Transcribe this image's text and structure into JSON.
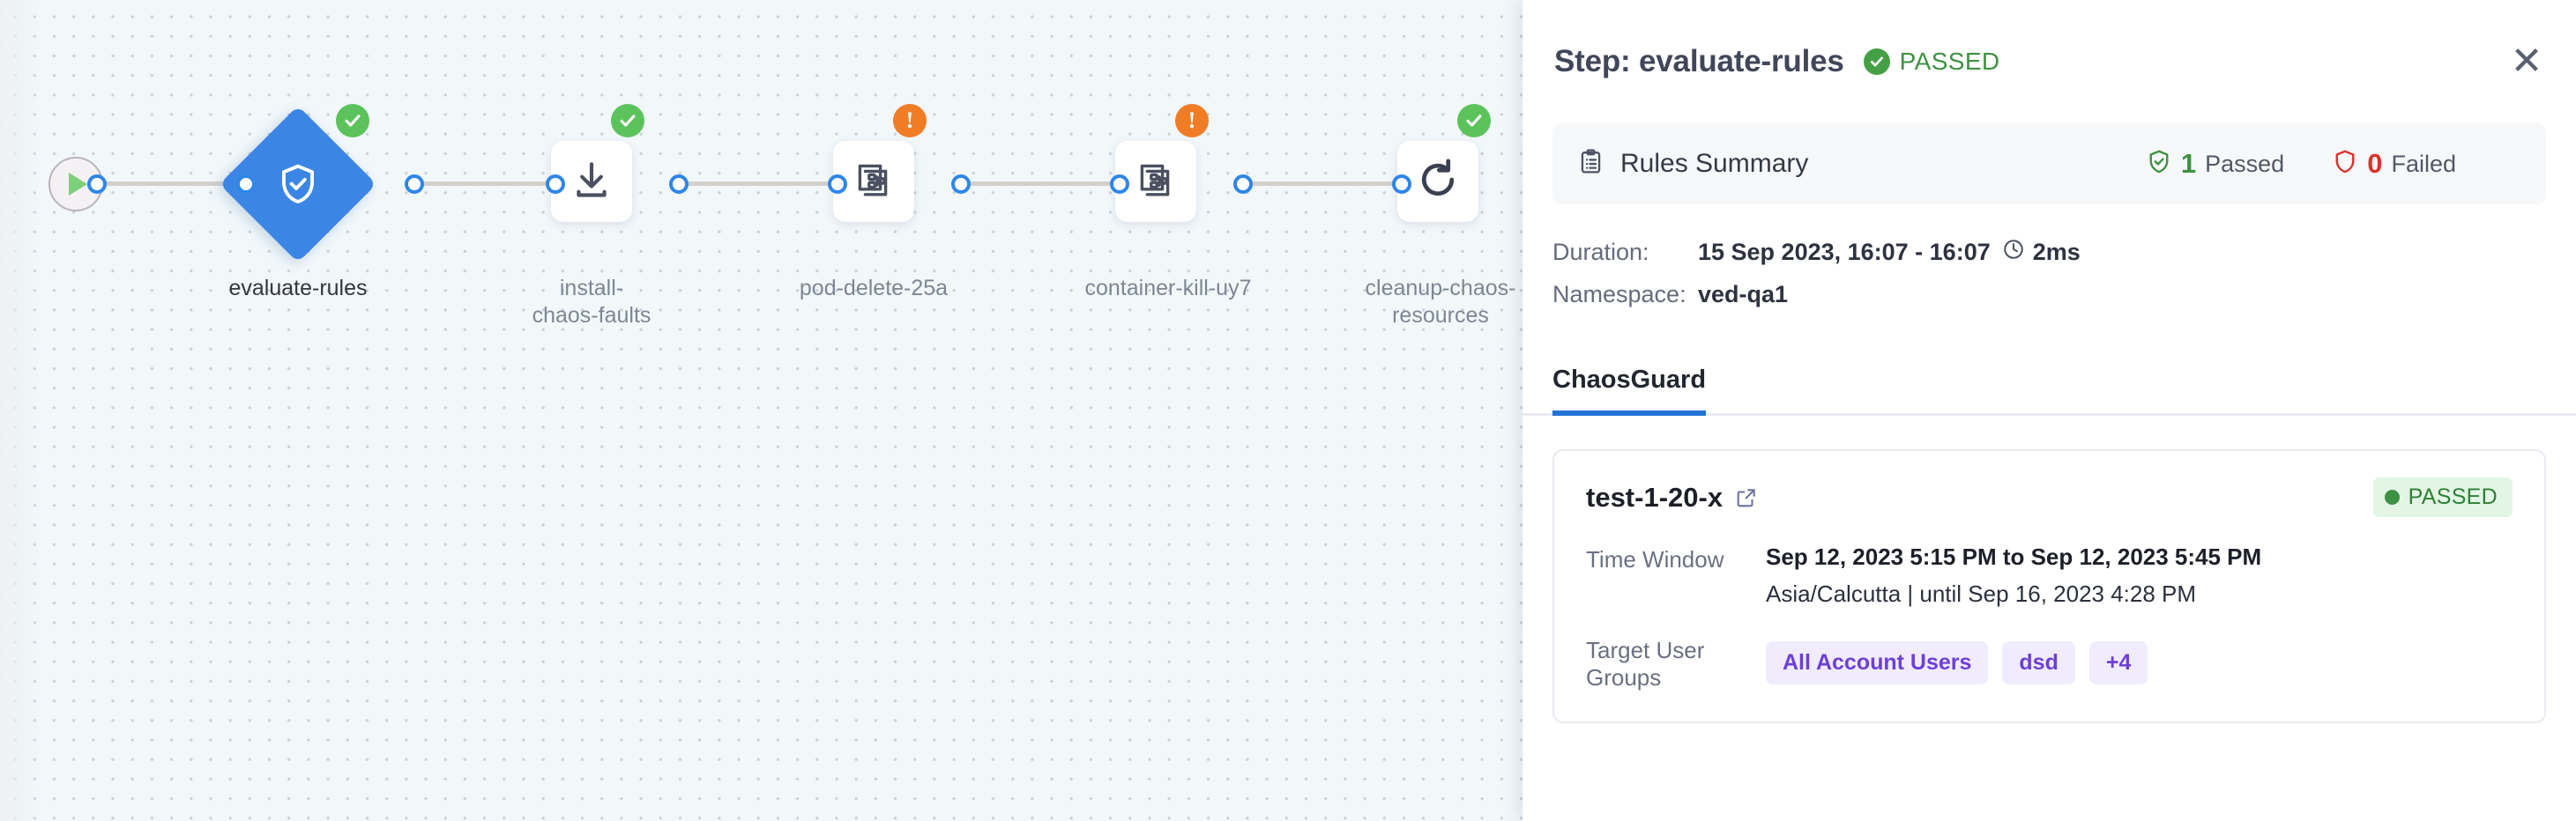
{
  "canvas": {
    "start_node": {
      "icon": "play-icon"
    },
    "nodes": [
      {
        "label": "evaluate-rules",
        "icon": "shield-check-icon",
        "status": "passed",
        "shape": "diamond",
        "selected": true
      },
      {
        "label": "install-chaos-faults",
        "icon": "download-icon",
        "status": "passed",
        "shape": "square",
        "selected": false
      },
      {
        "label": "pod-delete-25a",
        "icon": "chaos-fault-icon",
        "status": "warning",
        "shape": "square",
        "selected": false
      },
      {
        "label": "container-kill-uy7",
        "icon": "chaos-fault-icon",
        "status": "warning",
        "shape": "square",
        "selected": false
      },
      {
        "label": "cleanup-chaos-resources",
        "icon": "refresh-icon",
        "status": "passed",
        "shape": "square",
        "selected": false
      }
    ]
  },
  "panel": {
    "title": "Step: evaluate-rules",
    "status_label": "PASSED",
    "status_icon": "check-circle-icon",
    "close_icon": "close-icon",
    "rules_summary": {
      "icon": "clipboard-icon",
      "title": "Rules Summary",
      "passed_count": "1",
      "passed_label": "Passed",
      "passed_icon": "shield-check-icon",
      "failed_count": "0",
      "failed_label": "Failed",
      "failed_icon": "shield-icon"
    },
    "meta": {
      "duration_label": "Duration:",
      "duration_range": "15 Sep 2023, 16:07 - 16:07",
      "duration_clock_icon": "clock-icon",
      "duration_value": "2ms",
      "namespace_label": "Namespace:",
      "namespace_value": "ved-qa1"
    },
    "tabs": [
      {
        "label": "ChaosGuard",
        "active": true
      }
    ],
    "test_card": {
      "name": "test-1-20-x",
      "external_link_icon": "external-link-icon",
      "status": "PASSED",
      "status_dot_color": "#3f9142",
      "time_window_label": "Time Window",
      "time_window_value": "Sep 12, 2023 5:15 PM to Sep 12, 2023 5:45 PM",
      "time_window_sub": "Asia/Calcutta | until Sep 16, 2023 4:28 PM",
      "target_groups_label": "Target User Groups",
      "target_groups": [
        "All Account Users",
        "dsd",
        "+4"
      ]
    }
  },
  "colors": {
    "accent_blue": "#2173d4",
    "node_blue": "#3b86e4",
    "pass_green": "#3f9142",
    "warn_orange": "#f07c25",
    "fail_red": "#d9342b",
    "chip_purple": "#6e3fd6"
  }
}
